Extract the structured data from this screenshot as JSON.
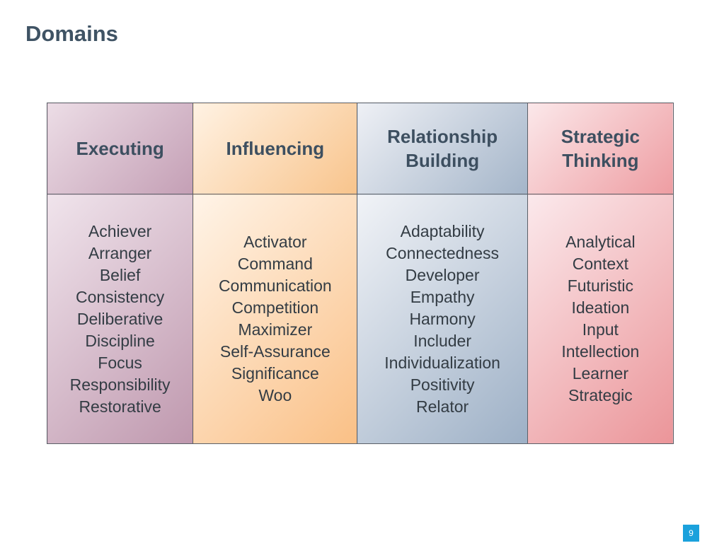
{
  "slide": {
    "title": "Domains",
    "page_number": "9"
  },
  "colors": {
    "title": "#3f5364",
    "executing": "#c49fb5",
    "influencing": "#f8c48c",
    "relationship_building": "#a4b5c9",
    "strategic_thinking": "#ee9da2",
    "page_badge": "#1ba1dc"
  },
  "domains": [
    {
      "header_lines": [
        "Executing"
      ],
      "items": [
        "Achiever",
        "Arranger",
        "Belief",
        "Consistency",
        "Deliberative",
        "Discipline",
        "Focus",
        "Responsibility",
        "Restorative"
      ]
    },
    {
      "header_lines": [
        "Influencing"
      ],
      "items": [
        "Activator",
        "Command",
        "Communication",
        "Competition",
        "Maximizer",
        "Self-Assurance",
        "Significance",
        "Woo"
      ]
    },
    {
      "header_lines": [
        "Relationship",
        "Building"
      ],
      "items": [
        "Adaptability",
        "Connectedness",
        "Developer",
        "Empathy",
        "Harmony",
        "Includer",
        "Individualization",
        "Positivity",
        "Relator"
      ]
    },
    {
      "header_lines": [
        "Strategic",
        "Thinking"
      ],
      "items": [
        "Analytical",
        "Context",
        "Futuristic",
        "Ideation",
        "Input",
        "Intellection",
        "Learner",
        "Strategic"
      ]
    }
  ]
}
